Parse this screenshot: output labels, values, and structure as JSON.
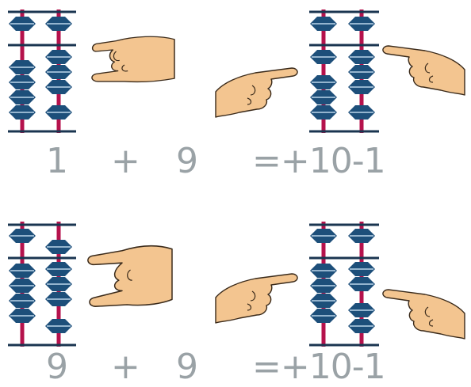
{
  "colors": {
    "bead": "#1d4f7a",
    "bead_highlight": "#bcd6ea",
    "rod": "#b5124c",
    "bar": "#1a3550",
    "skin": "#f3c590",
    "skin_outline": "#3a2a1a",
    "text": "#9aa2a6"
  },
  "icons": [
    "abacus-icon",
    "hand-pointing-icon",
    "hand-pinch-icon"
  ],
  "problems": [
    {
      "left": {
        "operand1": "1",
        "operator": "+",
        "operand2": "9"
      },
      "right": {
        "result": "=+10-1"
      }
    },
    {
      "left": {
        "operand1": "9",
        "operator": "+",
        "operand2": "9"
      },
      "right": {
        "result": "=+10-1"
      }
    }
  ]
}
